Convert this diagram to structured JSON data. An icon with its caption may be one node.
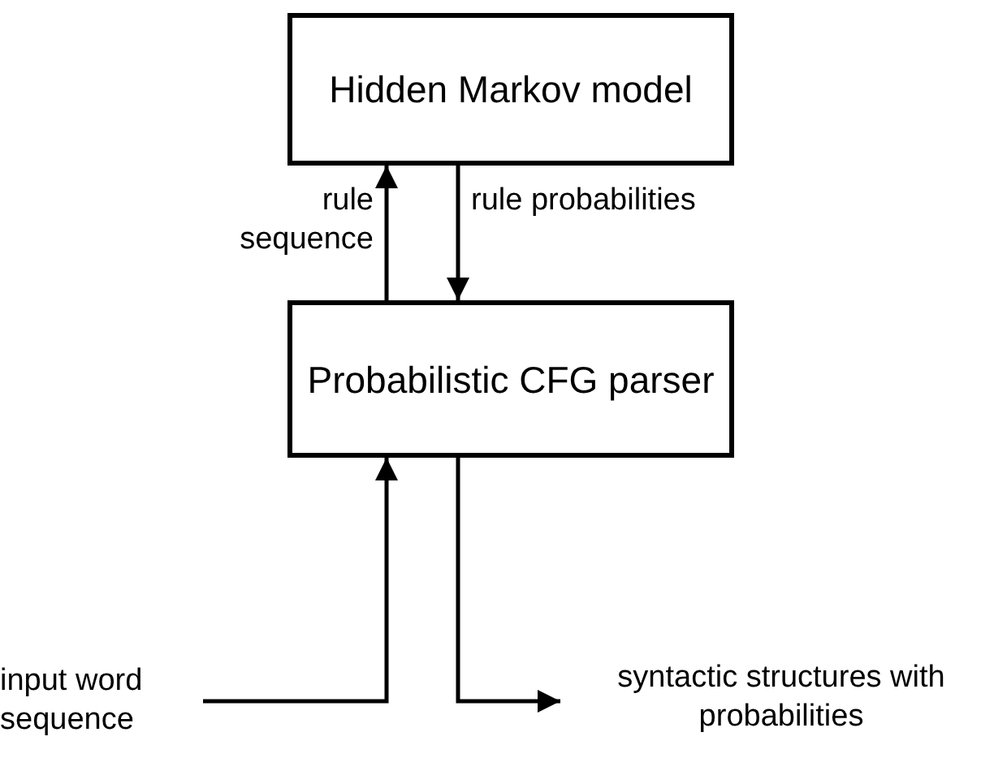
{
  "diagram": {
    "nodes": [
      {
        "text": [
          "Hidden Markov model"
        ]
      },
      {
        "text": [
          "Probabilistic CFG parser"
        ]
      },
      {
        "text": [
          "input word sequence"
        ]
      },
      {
        "text": [
          "syntactic structures with probabilities"
        ]
      }
    ],
    "edges": [
      {
        "from": 1,
        "to": 0,
        "arrow": "to",
        "label": "rule sequence"
      },
      {
        "from": 0,
        "to": 1,
        "arrow": "to",
        "label": "rule probabilities"
      },
      {
        "from": 2,
        "to": 1,
        "arrow": "to"
      },
      {
        "from": 1,
        "to": 3,
        "arrow": "to"
      }
    ]
  }
}
